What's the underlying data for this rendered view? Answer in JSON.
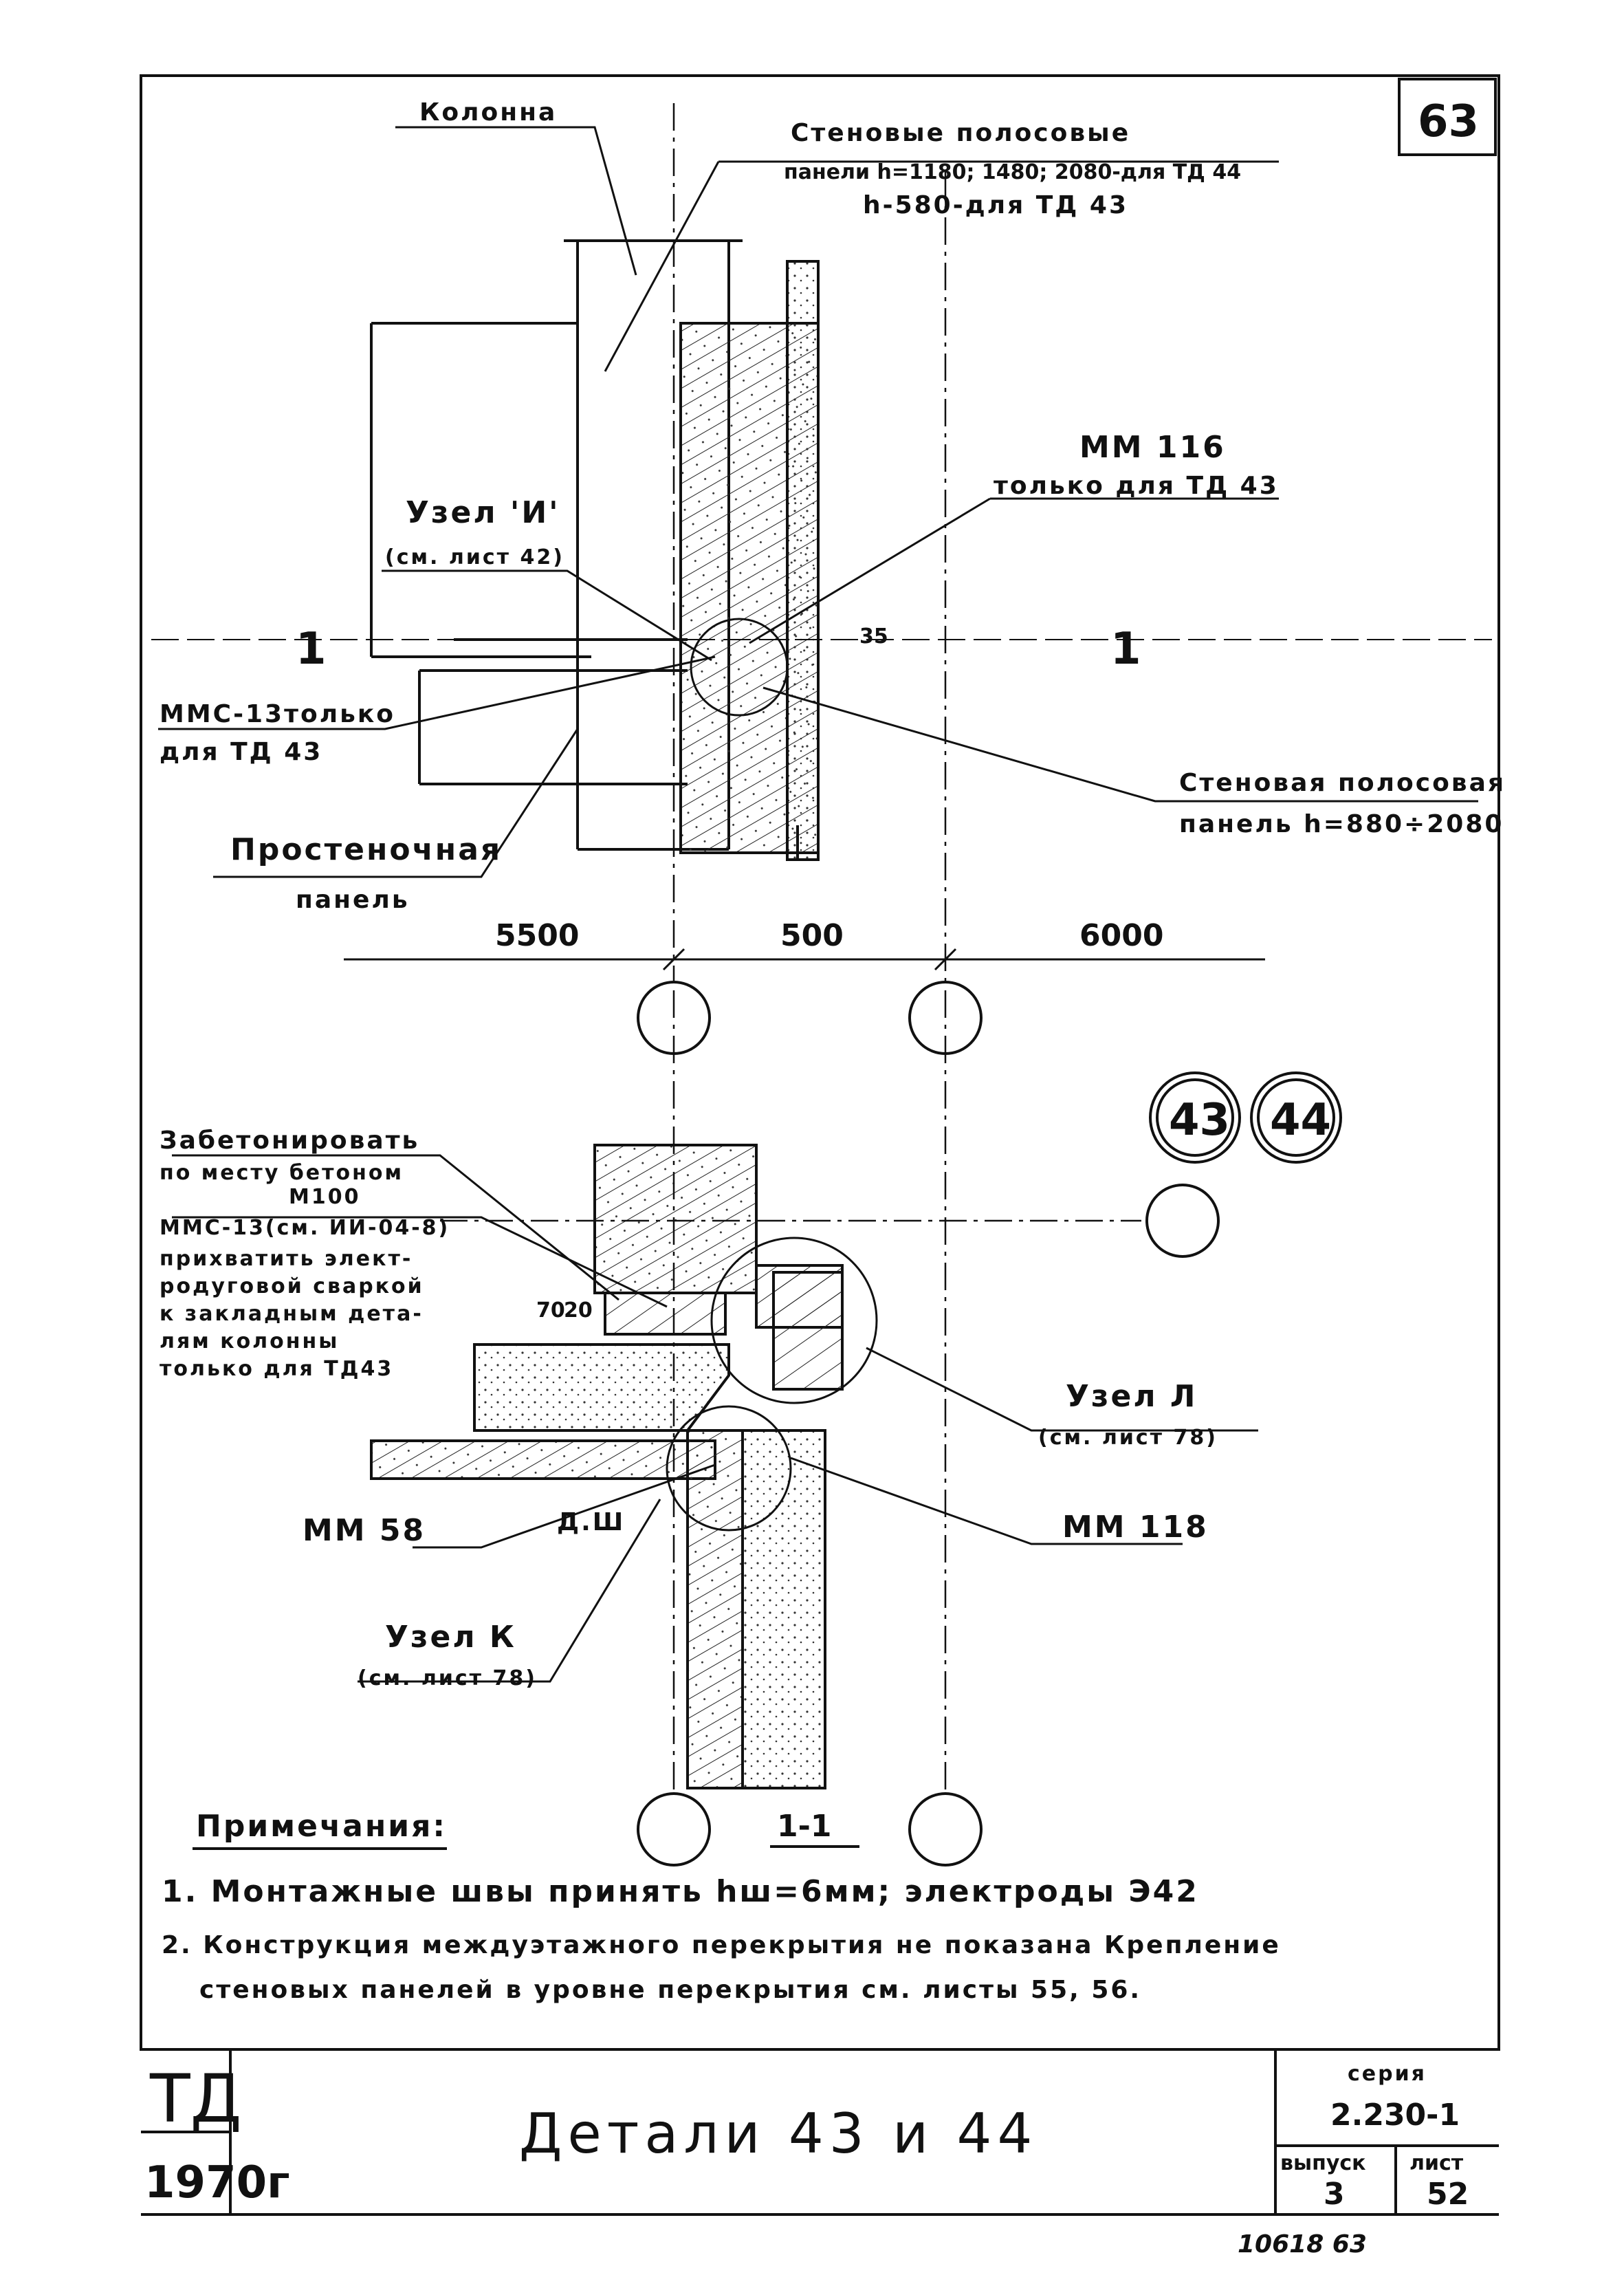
{
  "sheet_number_top": "63",
  "labels": {
    "kolonna": "Колонна",
    "wall_panels_line1": "Стеновые полосовые",
    "wall_panels_line2": "панели h=1180; 1480; 2080-для ТД 44",
    "wall_panels_line3": "h-580-для ТД 43",
    "mm116": "ММ 116",
    "only_td43": "только для ТД 43",
    "node_i": "Узел 'И'",
    "node_i_ref": "(см. лист 42)",
    "section_mark_left": "1",
    "section_mark_right": "1",
    "mmc13_only": "ММС-13только",
    "for_td43": "для ТД 43",
    "dim_35": "35",
    "wall_panel_strip_line1": "Стеновая полосовая",
    "wall_panel_strip_line2": "панель h=880÷2080",
    "pier_panel_line1": "Простеночная",
    "pier_panel_line2": "панель",
    "dim_5500": "5500",
    "dim_500": "500",
    "dim_6000": "6000",
    "detail_43": "43",
    "detail_44": "44",
    "concrete_note_1": "Забетонировать",
    "concrete_note_2": "по месту бетоном",
    "concrete_note_3": "М100",
    "mmc13_ref": "ММС-13(см. ИИ-04-8)",
    "weld_note_1": "прихватить элект-",
    "weld_note_2": "родуговой сваркой",
    "weld_note_3": "к закладным дета-",
    "weld_note_4": "лям колонны",
    "weld_note_5": "только для ТД43",
    "dim_70": "70",
    "dim_20": "20",
    "node_l": "Узел Л",
    "node_l_ref": "(см. лист 78)",
    "mm58": "ММ 58",
    "d_sh": "Д.Ш",
    "mm118": "ММ 118",
    "node_k": "Узел К",
    "node_k_ref": "(см. лист 78)",
    "section_1_1": "1-1"
  },
  "notes": {
    "heading": "Примечания:",
    "n1": "1. Монтажные швы принять hш=6мм; электроды Э42",
    "n2a": "2. Конструкция междуэтажного перекрытия не показана Крепление",
    "n2b": "стеновых панелей в уровне перекрытия см. листы 55, 56."
  },
  "title_block": {
    "stamp_td": "ТД",
    "stamp_year": "1970г",
    "title": "Детали 43 и 44",
    "series_label": "серия",
    "series_value": "2.230-1",
    "issue_label": "выпуск",
    "issue_value": "3",
    "sheet_label": "лист",
    "sheet_value": "52"
  },
  "footer_handwritten": "10618  63"
}
